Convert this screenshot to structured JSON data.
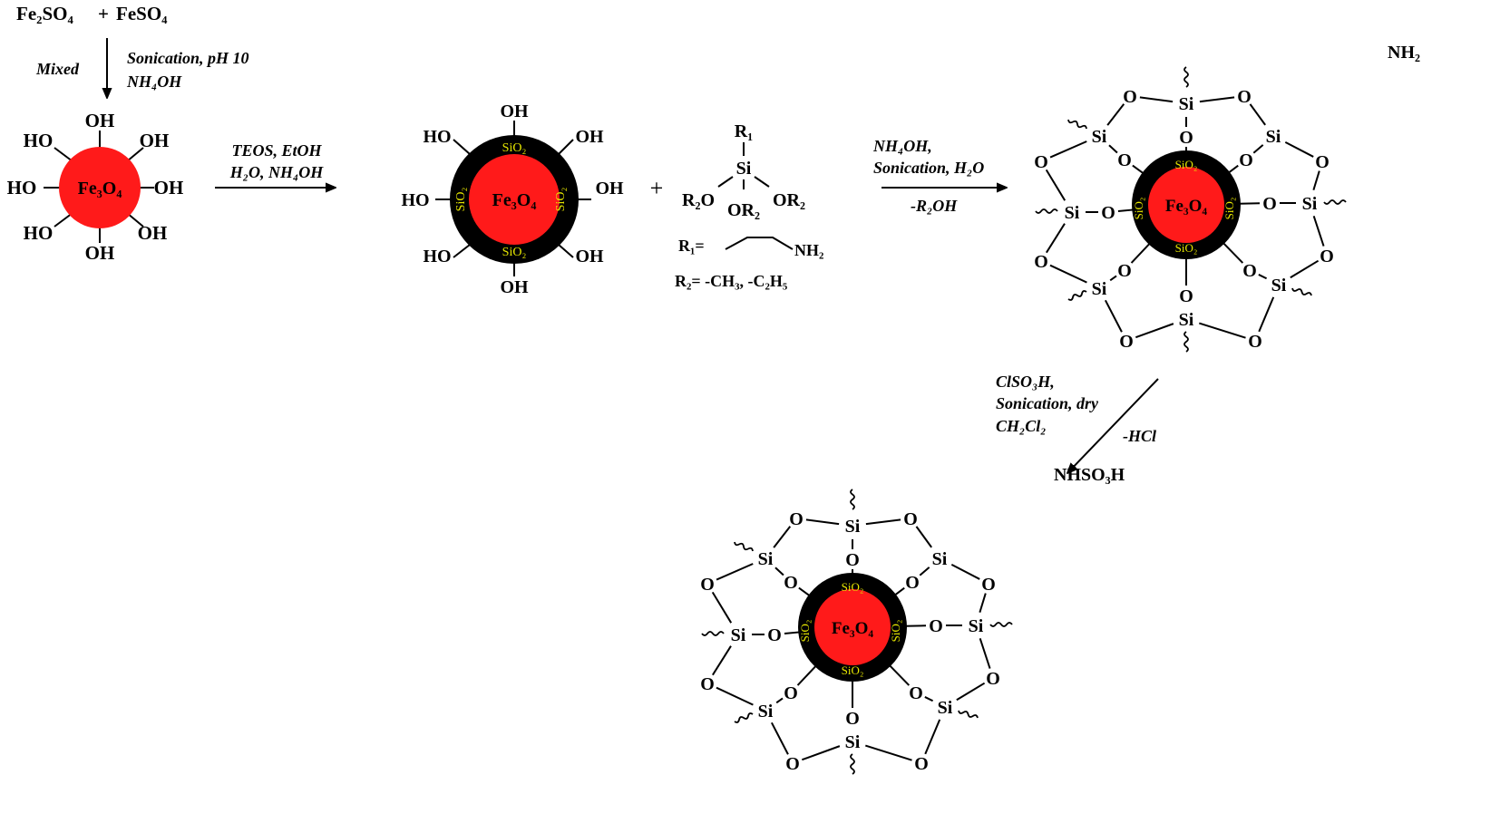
{
  "colors": {
    "core": "#ff1a1a",
    "shell": "#000000",
    "shell_text": "#e6e600",
    "ink": "#000000"
  },
  "reactants": {
    "salt1": "Fe₂SO₄",
    "plus": "+",
    "salt2": "FeSO₄"
  },
  "step1": {
    "left": "Mixed",
    "right1": "Sonication, pH 10",
    "right2": "NH₄OH"
  },
  "core": {
    "label": "Fe₃O₄",
    "oh": "OH",
    "ho": "HO"
  },
  "shell_label": "SiO₂",
  "step2": {
    "line1": "TEOS, EtOH",
    "line2": "H₂O, NH₄OH"
  },
  "plus": "+",
  "silane": {
    "r1": "R₁",
    "si": "Si",
    "r2o": "R₂O",
    "or2": "OR₂",
    "r1_def_prefix": "R₁=",
    "r1_def_end": "NH₂",
    "r2_def": "R₂= -CH₃, -C₂H₅"
  },
  "step3": {
    "line1": "NH₄OH,",
    "line2": "Sonication, H₂O",
    "line3": "-R₂OH"
  },
  "network": {
    "si": "Si",
    "o": "O",
    "amine": "NH₂",
    "sulfonamide": "NHSO₃H"
  },
  "step4": {
    "line1": "ClSO₃H,",
    "line2": "Sonication, dry",
    "line3": "CH₂Cl₂",
    "side": "-HCl"
  }
}
